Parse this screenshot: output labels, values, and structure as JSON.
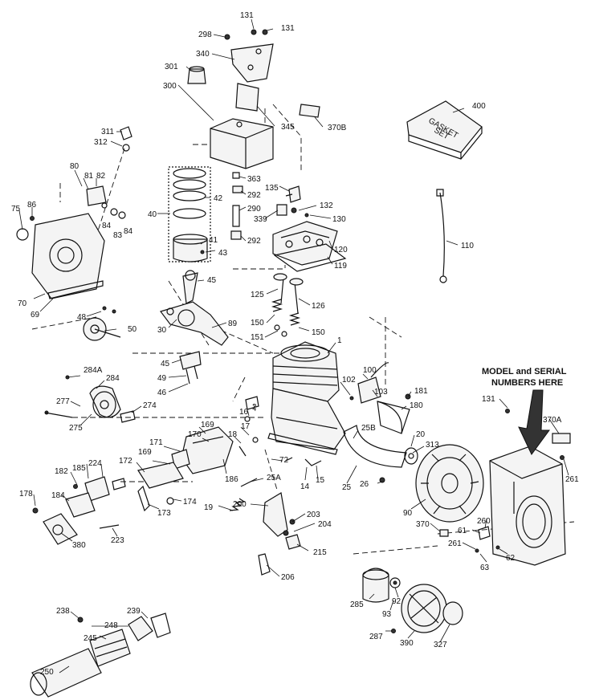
{
  "callouts": [
    "131",
    "131",
    "298",
    "340",
    "301",
    "300",
    "345",
    "370B",
    "400",
    "311",
    "312",
    "80",
    "81",
    "82",
    "86",
    "75",
    "84",
    "83",
    "84",
    "70",
    "69",
    "42",
    "40",
    "41",
    "43",
    "45",
    "48",
    "50",
    "30",
    "89",
    "363",
    "135",
    "292",
    "290",
    "339",
    "132",
    "130",
    "292",
    "120",
    "119",
    "110",
    "125",
    "126",
    "150",
    "150",
    "151",
    "1",
    "45",
    "49",
    "46",
    "284A",
    "284",
    "277",
    "274",
    "275",
    "102",
    "100",
    "103",
    "181",
    "180",
    "169",
    "170",
    "171",
    "169",
    "172",
    "16",
    "17",
    "18",
    "2",
    "186",
    "72",
    "25B",
    "20",
    "313",
    "25",
    "26",
    "14",
    "15",
    "185",
    "224",
    "182",
    "184",
    "178",
    "174",
    "173",
    "380",
    "223",
    "25A",
    "200",
    "19",
    "203",
    "204",
    "215",
    "206",
    "131",
    "370A",
    "261",
    "90",
    "260",
    "370",
    "61",
    "261",
    "63",
    "62",
    "285",
    "92",
    "93",
    "287",
    "390",
    "327",
    "238",
    "239",
    "248",
    "245",
    "250"
  ],
  "gasket_box": {
    "line1": "GASKET",
    "line2": "SET"
  },
  "model_note": {
    "line1": "MODEL and SERIAL",
    "line2": "NUMBERS HERE"
  }
}
